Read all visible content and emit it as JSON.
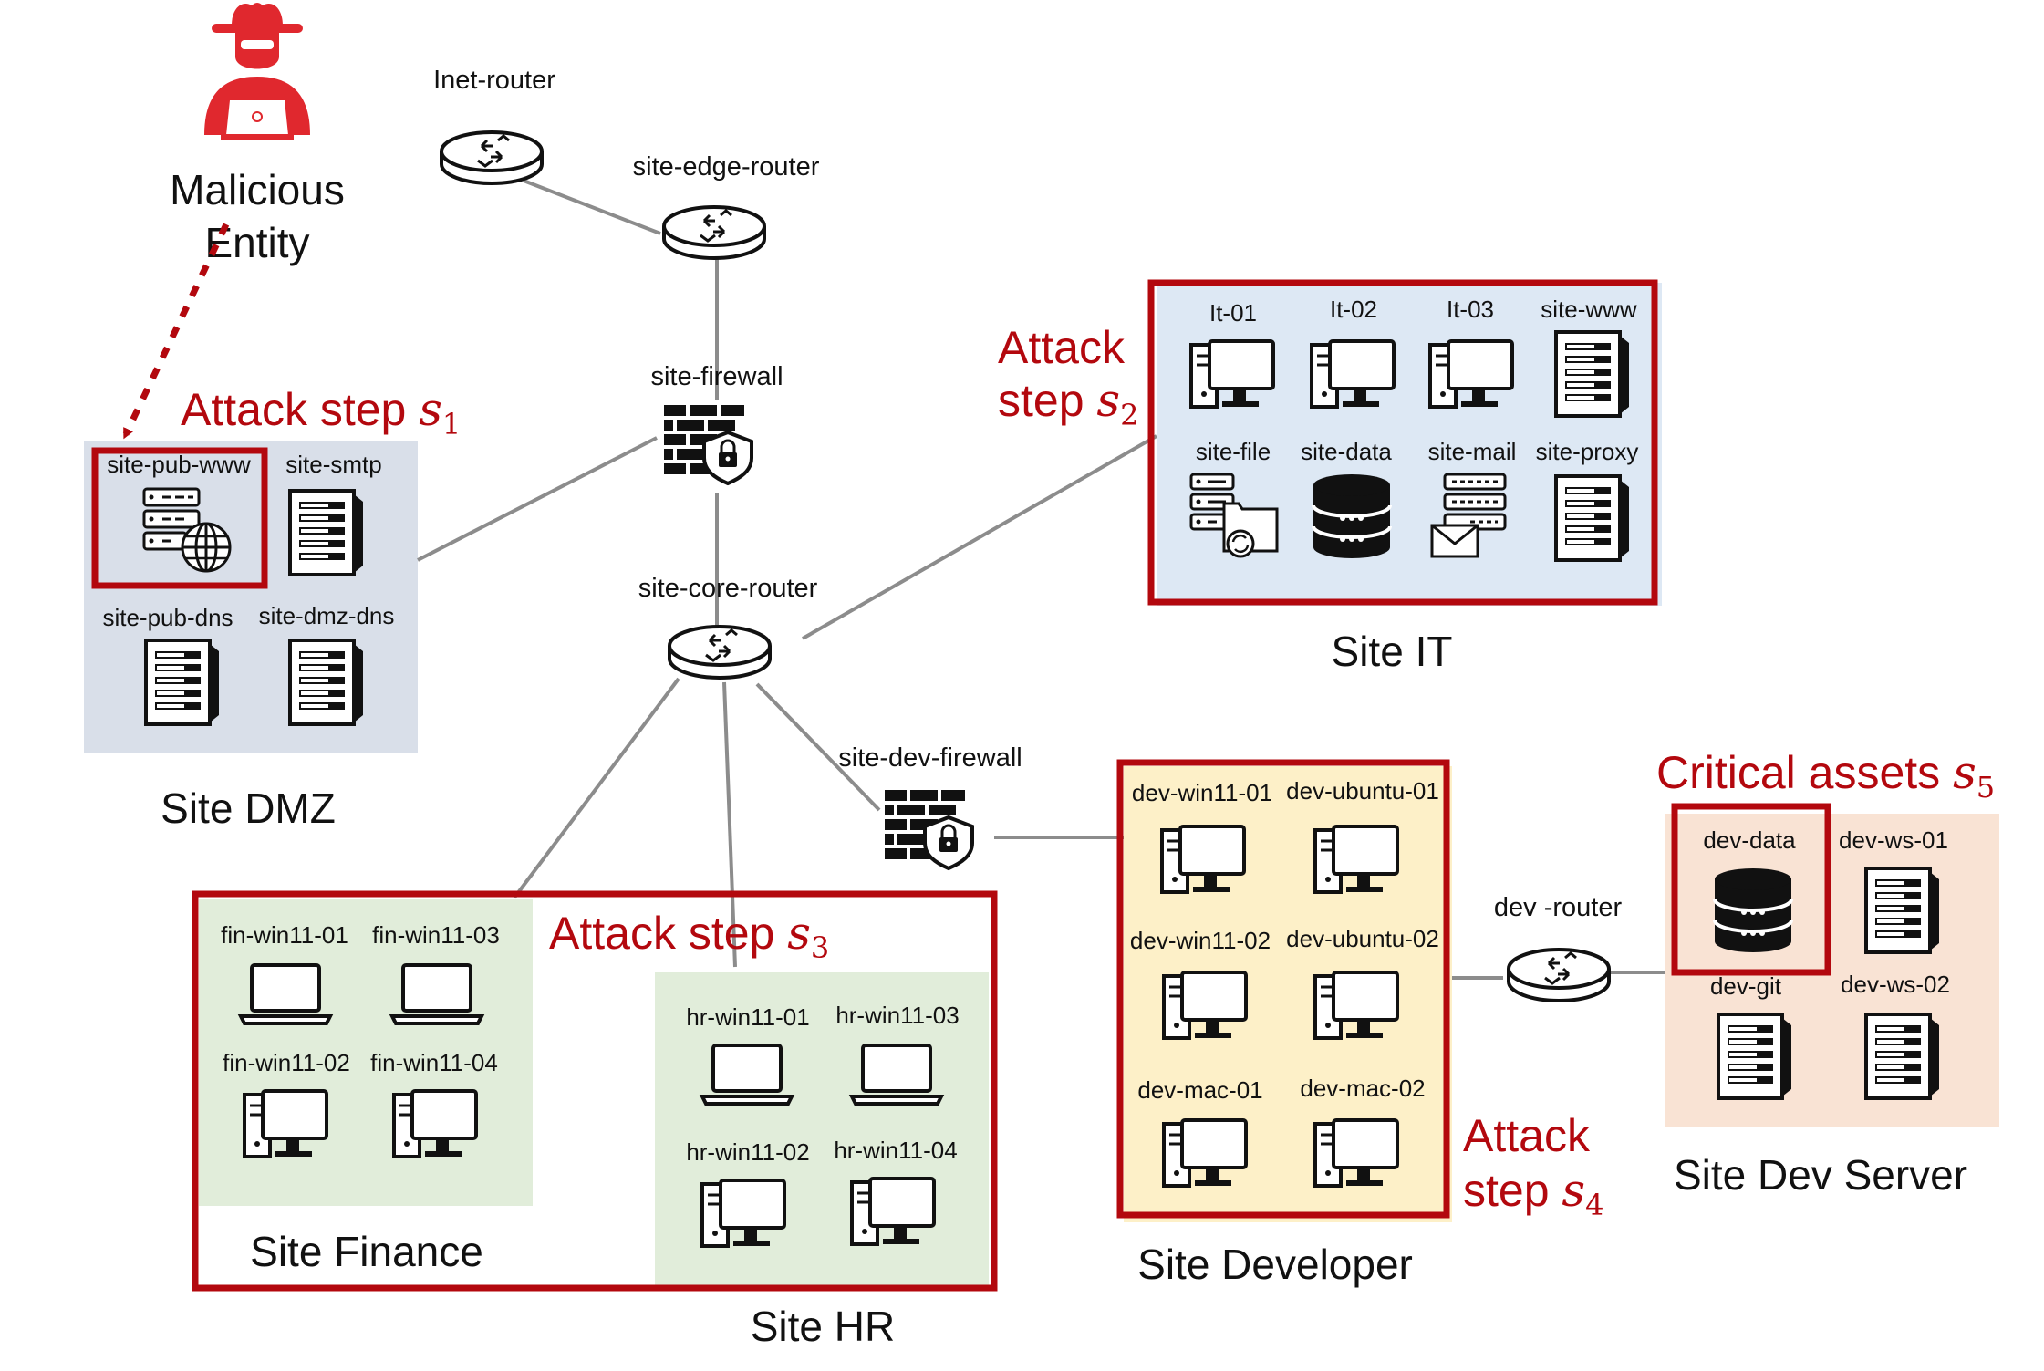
{
  "actor": {
    "name_line1": "Malicious",
    "name_line2": "Entity"
  },
  "routers": {
    "inet": "Inet-router",
    "edge": "site-edge-router",
    "core": "site-core-router",
    "dev": "dev -router"
  },
  "firewalls": {
    "site": "site-firewall",
    "dev": "site-dev-firewall"
  },
  "attack_steps": {
    "s1": {
      "text": "Attack step ",
      "sym": "s",
      "sub": "1"
    },
    "s2": {
      "line1": "Attack",
      "line2": "step ",
      "sym": "s",
      "sub": "2"
    },
    "s3": {
      "text": "Attack step ",
      "sym": "s",
      "sub": "3"
    },
    "s4": {
      "line1": "Attack",
      "line2": "step ",
      "sym": "s",
      "sub": "4"
    },
    "s5": {
      "text": "Critical assets ",
      "sym": "s",
      "sub": "5"
    }
  },
  "sites": {
    "dmz": {
      "name": "Site DMZ",
      "nodes": [
        "site-pub-www",
        "site-smtp",
        "site-pub-dns",
        "site-dmz-dns"
      ]
    },
    "it": {
      "name": "Site IT",
      "nodes": [
        "It-01",
        "It-02",
        "It-03",
        "site-www",
        "site-file",
        "site-data",
        "site-mail",
        "site-proxy"
      ]
    },
    "finance": {
      "name": "Site Finance",
      "nodes": [
        "fin-win11-01",
        "fin-win11-03",
        "fin-win11-02",
        "fin-win11-04"
      ]
    },
    "hr": {
      "name": "Site HR",
      "nodes": [
        "hr-win11-01",
        "hr-win11-03",
        "hr-win11-02",
        "hr-win11-04"
      ]
    },
    "developer": {
      "name": "Site Developer",
      "nodes": [
        "dev-win11-01",
        "dev-ubuntu-01",
        "dev-win11-02",
        "dev-ubuntu-02",
        "dev-mac-01",
        "dev-mac-02"
      ]
    },
    "devserver": {
      "name": "Site Dev Server",
      "nodes": [
        "dev-data",
        "dev-ws-01",
        "dev-git",
        "dev-ws-02"
      ]
    }
  },
  "colors": {
    "attack_red": "#b3080e",
    "actor_red": "#e0282e",
    "dmz_fill": "#d9dfe9",
    "it_fill": "#dde8f4",
    "finance_fill": "#e1edda",
    "hr_fill": "#e1edda",
    "developer_fill": "#fdf0c8",
    "devserver_fill": "#f9e3d4",
    "link_gray": "#8c8c8c"
  },
  "icons": {
    "router": "router-icon",
    "firewall": "firewall-lock-icon",
    "server": "server-rack-icon",
    "web_server": "web-server-globe-icon",
    "desktop": "desktop-computer-icon",
    "laptop": "laptop-icon",
    "database": "database-icon",
    "file_server": "file-server-icon",
    "mail_server": "mail-server-icon",
    "hacker": "hacker-icon"
  }
}
